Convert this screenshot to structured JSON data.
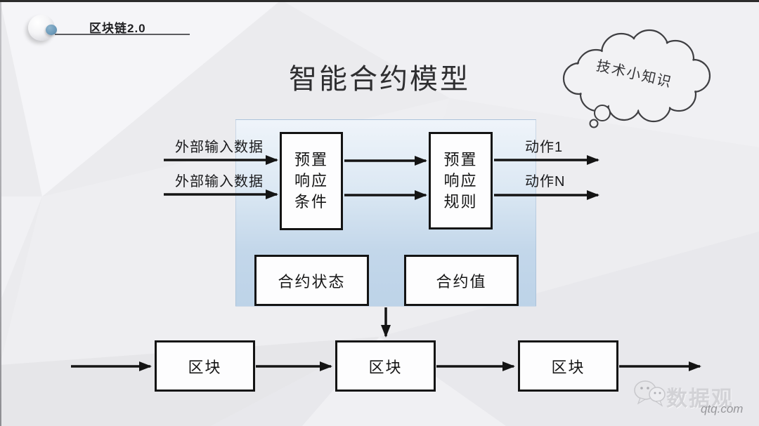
{
  "header": {
    "badge": "区块链2.0"
  },
  "title": "智能合约模型",
  "cloud": {
    "label": "技术小知识"
  },
  "diagram": {
    "input_labels": [
      "外部输入数据",
      "外部输入数据"
    ],
    "condition_box_lines": [
      "预置",
      "响应",
      "条件"
    ],
    "rule_box_lines": [
      "预置",
      "响应",
      "规则"
    ],
    "output_labels": [
      "动作1",
      "动作N"
    ],
    "state_box_label": "合约状态",
    "value_box_label": "合约值",
    "block_labels": [
      "区块",
      "区块",
      "区块"
    ]
  },
  "watermark": {
    "brand": "数据观",
    "site": "qtq.com",
    "icon": "wechat-icon"
  },
  "icons": {
    "logo": "sphere-logo",
    "logo_accent": "blue-dot",
    "watermark": "wechat-icon"
  },
  "colors": {
    "background": "#ebebee",
    "panel_gradient_top": "#eff4fa",
    "panel_gradient_bottom": "#bdd3e8",
    "line_color": "#141414",
    "accent_dot": "#6c9aba",
    "top_edge": "#2c2c2c",
    "watermark_gray": "#d2d2d6"
  }
}
